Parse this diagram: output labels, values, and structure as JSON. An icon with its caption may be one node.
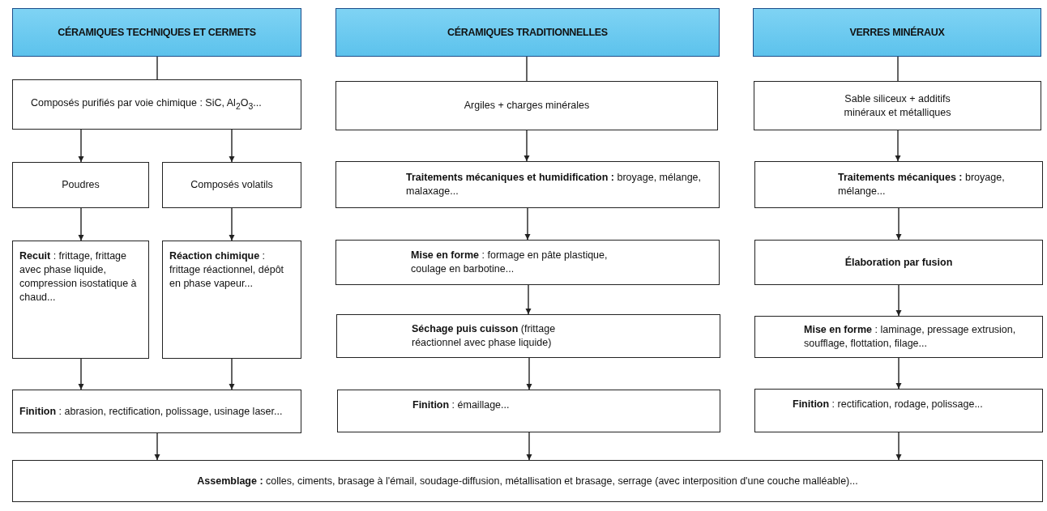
{
  "diagram": {
    "nodes": [
      {
        "text": [
          "CÉRAMIQUES TECHNIQUES ET CERMETS"
        ]
      },
      {
        "text": [
          "Composés purifiés par voie chimique : SiC, Al$_{2}$O$_{3}$..."
        ]
      },
      {
        "text": [
          "Poudres"
        ]
      },
      {
        "text": [
          "Composés volatils"
        ]
      },
      {
        "text": [
          "**Recuit** : frittage, frittage avec phase liquide, compression isostatique à chaud..."
        ]
      },
      {
        "text": [
          "**Réaction chimique** : frittage réactionnel, dépôt en phase vapeur..."
        ]
      },
      {
        "text": [
          "**Finition** : abrasion, rectification, polissage, usinage laser..."
        ]
      },
      {
        "text": [
          "CÉRAMIQUES TRADITIONNELLES"
        ]
      },
      {
        "text": [
          "Argiles + charges minérales"
        ]
      },
      {
        "text": [
          "**Traitements mécaniques et humidification :** broyage, mélange, malaxage..."
        ]
      },
      {
        "text": [
          "**Mise en forme** : formage en pâte plastique, coulage en barbotine..."
        ]
      },
      {
        "text": [
          "**Séchage puis cuisson** (frittage réactionnel avec phase liquide)"
        ]
      },
      {
        "text": [
          "**Finition** : émaillage..."
        ]
      },
      {
        "text": [
          "VERRES MINÉRAUX"
        ]
      },
      {
        "text": [
          "Sable siliceux + additifs minéraux et métalliques"
        ]
      },
      {
        "text": [
          "**Traitements mécaniques :** broyage, mélange..."
        ]
      },
      {
        "text": [
          "Élaboration par fusion"
        ]
      },
      {
        "text": [
          "**Mise en forme** : laminage, pressage extrusion, soufflage, flottation, filage..."
        ]
      },
      {
        "text": [
          "**Finition** : rectification, rodage, polissage..."
        ]
      },
      {
        "text": [
          "**Assemblage :** colles, ciments, brasage à l'émail, soudage-diffusion, métallisation et brasage, serrage (avec interposition d'une couche malléable)..."
        ]
      }
    ],
    "edges": [
      {
        "from": 0,
        "to": 1,
        "arrow": "none"
      },
      {
        "from": 1,
        "to": 2,
        "arrow": "to"
      },
      {
        "from": 1,
        "to": 3,
        "arrow": "to"
      },
      {
        "from": 2,
        "to": 4,
        "arrow": "to"
      },
      {
        "from": 3,
        "to": 5,
        "arrow": "to"
      },
      {
        "from": 4,
        "to": 6,
        "arrow": "to"
      },
      {
        "from": 5,
        "to": 6,
        "arrow": "to"
      },
      {
        "from": 7,
        "to": 8,
        "arrow": "none"
      },
      {
        "from": 8,
        "to": 9,
        "arrow": "to"
      },
      {
        "from": 9,
        "to": 10,
        "arrow": "to"
      },
      {
        "from": 10,
        "to": 11,
        "arrow": "to"
      },
      {
        "from": 11,
        "to": 12,
        "arrow": "to"
      },
      {
        "from": 13,
        "to": 14,
        "arrow": "none"
      },
      {
        "from": 14,
        "to": 15,
        "arrow": "to"
      },
      {
        "from": 15,
        "to": 16,
        "arrow": "to"
      },
      {
        "from": 16,
        "to": 17,
        "arrow": "to"
      },
      {
        "from": 17,
        "to": 18,
        "arrow": "to"
      },
      {
        "from": 6,
        "to": 19,
        "arrow": "to"
      },
      {
        "from": 12,
        "to": 19,
        "arrow": "to"
      },
      {
        "from": 18,
        "to": 19,
        "arrow": "to"
      }
    ]
  }
}
